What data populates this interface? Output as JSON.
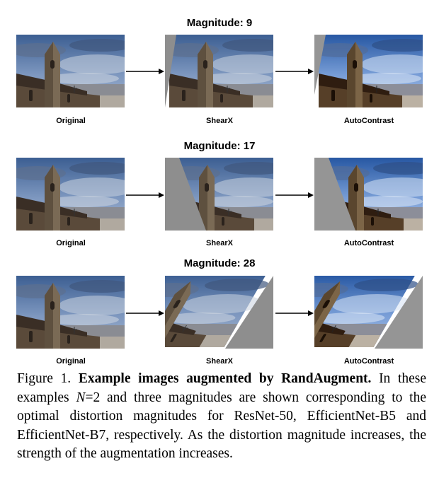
{
  "rows": [
    {
      "title": "Magnitude: 9",
      "labels": [
        "Original",
        "ShearX",
        "AutoContrast"
      ]
    },
    {
      "title": "Magnitude: 17",
      "labels": [
        "Original",
        "ShearX",
        "AutoContrast"
      ]
    },
    {
      "title": "Magnitude: 28",
      "labels": [
        "Original",
        "ShearX",
        "AutoContrast"
      ]
    }
  ],
  "caption": {
    "prefix": "Figure 1.",
    "bold": "Example images augmented by RandAugment.",
    "text1": "In these examples",
    "var": "N",
    "text2": "=2 and three magnitudes are shown corresponding to the optimal distortion magnitudes for ResNet-50, EfficientNet-B5 and EfficientNet-B7, respectively. As the distortion magnitude increases, the strength of the augmentation increases."
  },
  "colors": {
    "shear_fill": "#8e8e8e",
    "sky": "#4f6f9e",
    "stone": "#7a6a55"
  }
}
